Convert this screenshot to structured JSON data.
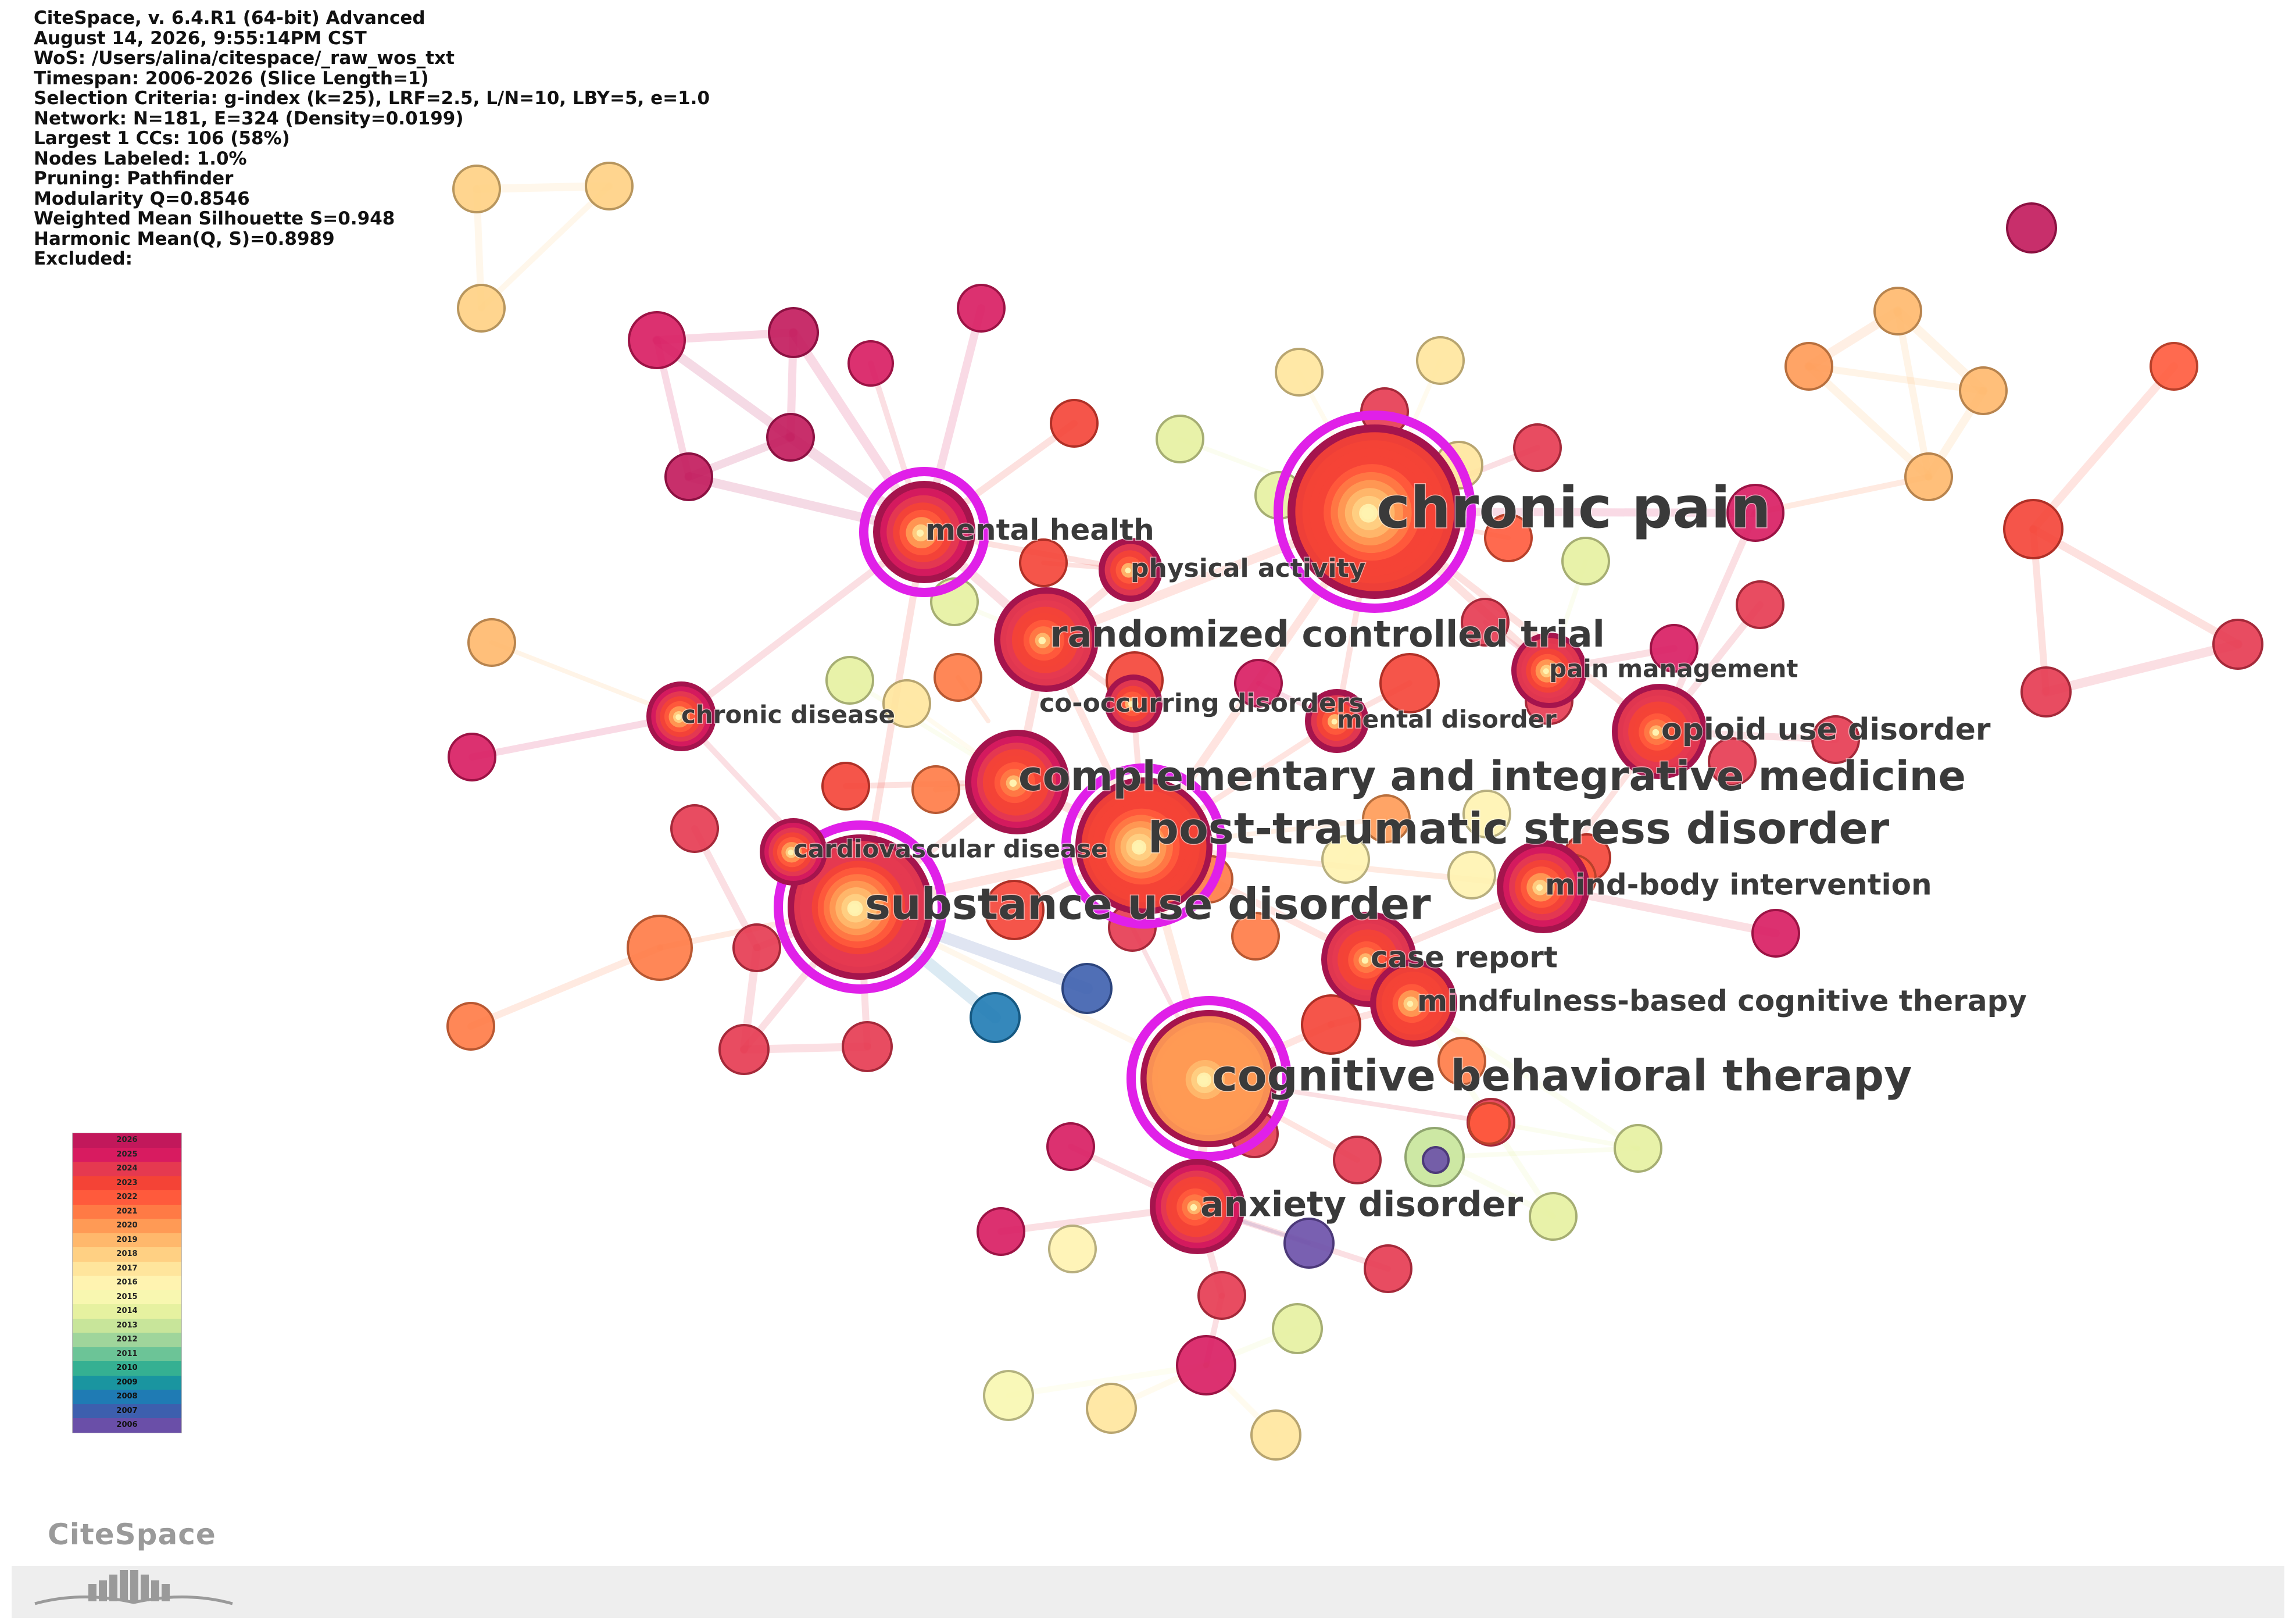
{
  "info_lines": [
    "CiteSpace, v. 6.4.R1 (64-bit) Advanced",
    "August 14, 2026, 9:55:14PM CST",
    "WoS: /Users/alina/citespace/_raw_wos_txt",
    "Timespan: 2006-2026 (Slice Length=1)",
    "Selection Criteria: g-index (k=25), LRF=2.5, L/N=10, LBY=5, e=1.0",
    "Network: N=181, E=324 (Density=0.0199)",
    "Largest 1 CCs: 106 (58%)",
    "Nodes Labeled: 1.0%",
    "Pruning: Pathfinder",
    "Modularity Q=0.8546",
    "Weighted Mean Silhouette S=0.948",
    "Harmonic Mean(Q, S)=0.8989",
    "Excluded:"
  ],
  "logo_text": "CiteSpace",
  "legend": {
    "years": [
      "2026",
      "2025",
      "2024",
      "2023",
      "2022",
      "2021",
      "2020",
      "2019",
      "2018",
      "2017",
      "2016",
      "2015",
      "2014",
      "2013",
      "2012",
      "2011",
      "2010",
      "2009",
      "2008",
      "2007",
      "2006"
    ],
    "colors": [
      "#c2185b",
      "#d81b60",
      "#e53950",
      "#f44336",
      "#ff5a3c",
      "#ff7a45",
      "#ff9a55",
      "#ffb86c",
      "#ffd083",
      "#ffe59c",
      "#fff3b0",
      "#f8f7b0",
      "#e6f1a0",
      "#c8e59a",
      "#9fd59b",
      "#6cc497",
      "#35b092",
      "#1a95a0",
      "#1f7bb4",
      "#3d5fae",
      "#6a4fa8"
    ]
  },
  "nodes": [
    {
      "id": "chronic-pain",
      "label": "chronic pain",
      "year": 2022,
      "size": "xl",
      "burst": true
    },
    {
      "id": "substance-use-disorder",
      "label": "substance use disorder",
      "year": 2023,
      "size": "xl",
      "burst": true
    },
    {
      "id": "post-traumatic-stress-disorder",
      "label": "post-traumatic stress disorder",
      "year": 2022,
      "size": "xl",
      "burst": true
    },
    {
      "id": "cognitive-behavioral-therapy",
      "label": "cognitive behavioral therapy",
      "year": 2019,
      "size": "xl",
      "burst": true
    },
    {
      "id": "complementary-and-integrative-medicine",
      "label": "complementary and integrative medicine",
      "year": 2024,
      "size": "l",
      "burst": false
    },
    {
      "id": "randomized-controlled-trial",
      "label": "randomized controlled trial",
      "year": 2023,
      "size": "l",
      "burst": false
    },
    {
      "id": "anxiety-disorder",
      "label": "anxiety disorder",
      "year": 2024,
      "size": "l",
      "burst": false
    },
    {
      "id": "opioid-use-disorder",
      "label": "opioid use disorder",
      "year": 2023,
      "size": "l",
      "burst": false
    },
    {
      "id": "mental-health",
      "label": "mental health",
      "year": 2024,
      "size": "m",
      "burst": true
    },
    {
      "id": "case-report",
      "label": "case report",
      "year": 2023,
      "size": "l",
      "burst": false
    },
    {
      "id": "mindfulness-based-cognitive-therapy",
      "label": "mindfulness-based cognitive therapy",
      "year": 2022,
      "size": "m",
      "burst": false
    },
    {
      "id": "mind-body-intervention",
      "label": "mind-body intervention",
      "year": 2024,
      "size": "m",
      "burst": false
    },
    {
      "id": "pain-management",
      "label": "pain management",
      "year": 2023,
      "size": "m",
      "burst": false
    },
    {
      "id": "physical-activity",
      "label": "physical activity",
      "year": 2023,
      "size": "s",
      "burst": false
    },
    {
      "id": "co-occurring-disorders",
      "label": "co-occurring disorders",
      "year": 2023,
      "size": "s",
      "burst": false
    },
    {
      "id": "mental-disorder",
      "label": "mental disorder",
      "year": 2023,
      "size": "s",
      "burst": false
    },
    {
      "id": "chronic-disease",
      "label": "chronic disease",
      "year": 2024,
      "size": "m",
      "burst": false
    },
    {
      "id": "cardiovascular-disease",
      "label": "cardiovascular disease",
      "year": 2024,
      "size": "m",
      "burst": false
    }
  ]
}
